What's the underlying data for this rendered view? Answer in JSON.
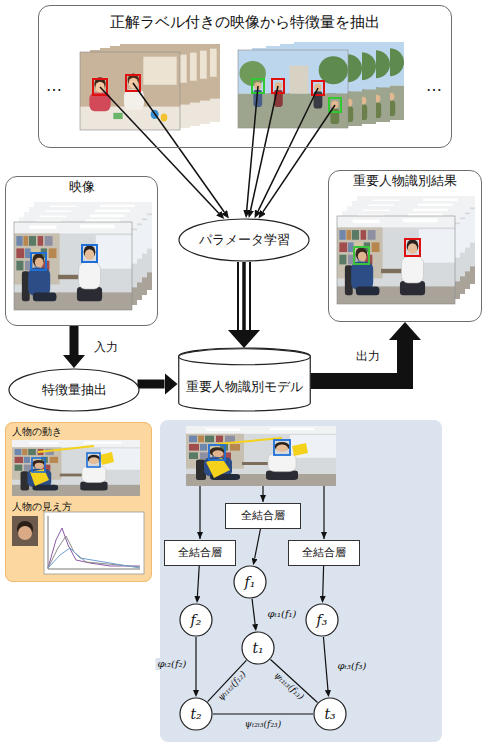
{
  "diagram": {
    "nodes": [
      {
        "text": [
          "正解ラベル付きの映像から特徴量を抽出"
        ]
      },
      {
        "text": [
          "映像"
        ]
      },
      {
        "text": [
          "パラメータ学習"
        ]
      },
      {
        "text": [
          "重要人物識別結果"
        ]
      },
      {
        "text": [
          "特徴量抽出"
        ]
      },
      {
        "text": [
          "重要人物識別モデル"
        ]
      },
      {
        "text": [
          "人物の動き",
          "人物の見え方"
        ]
      },
      {
        "text": [
          "全結合層"
        ]
      },
      {
        "text": [
          "全結合層"
        ]
      },
      {
        "text": [
          "全結合層"
        ]
      },
      {
        "text": [
          "f₁"
        ]
      },
      {
        "text": [
          "f₂"
        ]
      },
      {
        "text": [
          "f₃"
        ]
      },
      {
        "text": [
          "t₁"
        ]
      },
      {
        "text": [
          "t₂"
        ]
      },
      {
        "text": [
          "t₃"
        ]
      }
    ],
    "edges": [
      {
        "from": 0,
        "to": 2,
        "arrow": "to"
      },
      {
        "from": 0,
        "to": 2,
        "arrow": "to"
      },
      {
        "from": 0,
        "to": 2,
        "arrow": "to"
      },
      {
        "from": 0,
        "to": 2,
        "arrow": "to"
      },
      {
        "from": 0,
        "to": 2,
        "arrow": "to"
      },
      {
        "from": 0,
        "to": 2,
        "arrow": "to"
      },
      {
        "from": 1,
        "to": 4,
        "label": "入力",
        "arrow": "to"
      },
      {
        "from": 4,
        "to": 5,
        "arrow": "to"
      },
      {
        "from": 2,
        "to": 5,
        "arrow": "to"
      },
      {
        "from": 5,
        "to": 3,
        "label": "出力",
        "arrow": "to"
      },
      {
        "from": 7,
        "to": 10,
        "arrow": "to"
      },
      {
        "from": 8,
        "to": 11,
        "arrow": "to"
      },
      {
        "from": 9,
        "to": 12,
        "arrow": "to"
      },
      {
        "from": 10,
        "to": 13,
        "label": "φₜ₁(f₁)",
        "arrow": "to"
      },
      {
        "from": 11,
        "to": 14,
        "label": "φₜ₂(f₂)",
        "arrow": "to"
      },
      {
        "from": 12,
        "to": 15,
        "label": "φₜ₃(f₃)",
        "arrow": "to"
      },
      {
        "from": 13,
        "to": 14,
        "label": "ψₜ₁ₜ₂(f₁₂)",
        "arrow": "none"
      },
      {
        "from": 13,
        "to": 15,
        "label": "ψₜ₁ₜ₃(f₁₃)",
        "arrow": "none"
      },
      {
        "from": 14,
        "to": 15,
        "label": "ψₜ₂ₜ₃(f₂₃)",
        "arrow": "none"
      }
    ],
    "labels": [
      "…",
      "…"
    ]
  }
}
